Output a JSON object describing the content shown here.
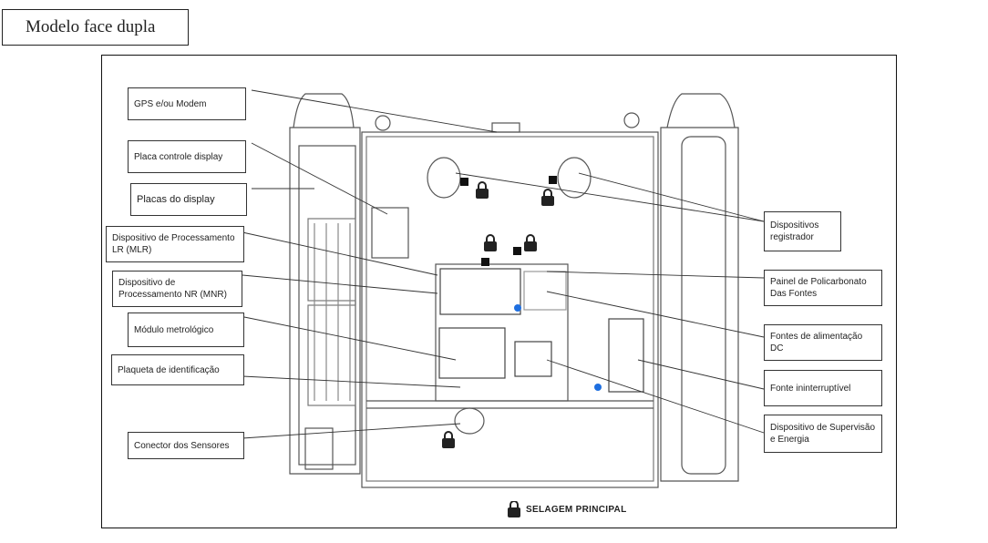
{
  "title": "Modelo face dupla",
  "labels_left": [
    "GPS e/ou Modem",
    "Placa controle display",
    "Placas do display",
    "Dispositivo de Processamento LR (MLR)",
    "Dispositivo de Processamento NR (MNR)",
    "Módulo metrológico",
    "Plaqueta de identificação",
    "Conector dos Sensores"
  ],
  "labels_right": [
    "Dispositivos registrador",
    "Painel de Policarbonato Das Fontes",
    "Fontes de alimentação DC",
    "Fonte ininterruptível",
    "Dispositivo de Supervisão e Energia"
  ],
  "legend": "SELAGEM PRINCIPAL",
  "icons": [
    "padlock-icon"
  ],
  "colors": {
    "line": "#333333",
    "accent_dot": "#1e6fe0"
  }
}
